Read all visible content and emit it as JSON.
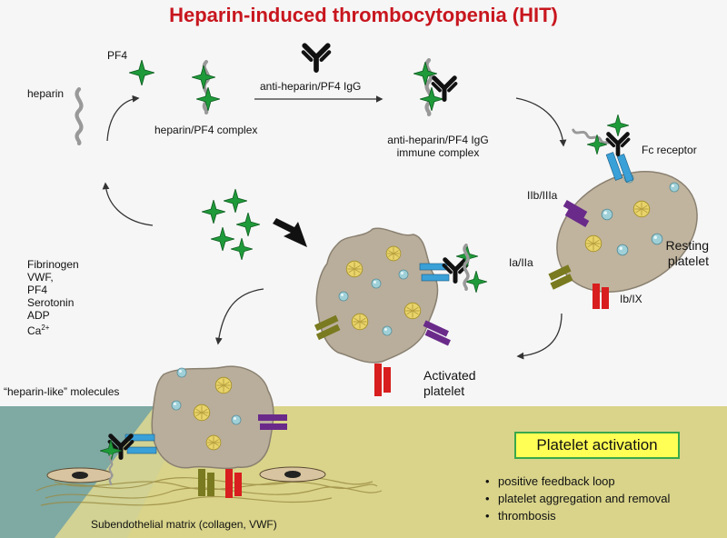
{
  "title": "Heparin-induced thrombocytopenia (HIT)",
  "labels": {
    "pf4": "PF4",
    "heparin": "heparin",
    "heparin_pf4_complex": "heparin/PF4 complex",
    "anti_igg": "anti-heparin/PF4 IgG",
    "immune_complex_line1": "anti-heparin/PF4 IgG",
    "immune_complex_line2": "immune complex",
    "fc_receptor": "Fc receptor",
    "iib_iiia": "IIb/IIIa",
    "ia_iia": "Ia/IIa",
    "ib_ix": "Ib/IX",
    "resting_line1": "Resting",
    "resting_line2": "platelet",
    "activated_line1": "Activated",
    "activated_line2": "platelet",
    "heparin_like": "“heparin-like” molecules",
    "matrix": "Subendothelial matrix (collagen, VWF)"
  },
  "released": {
    "items": [
      "Fibrinogen",
      "VWF,",
      "PF4",
      "Serotonin",
      "ADP"
    ],
    "calcium_base": "Ca",
    "calcium_sup": "2+"
  },
  "activation_box": "Platelet activation",
  "bullets": [
    "positive feedback loop",
    "platelet aggregation and removal",
    "thrombosis"
  ],
  "colors": {
    "title": "#c8161e",
    "pf4_star": "#1f9a3a",
    "igg": "#111111",
    "fc_receptor": "#3aa0d8",
    "iib_iiia": "#6a2a8a",
    "ia_iia": "#7a7a20",
    "ib_ix": "#d81e1e",
    "platelet": "#b9ae9c",
    "matrix_yellow": "#d9d48a",
    "endothelium_teal": "#7fa9a3",
    "box_fill": "#ffff55",
    "box_border": "#3aa84a"
  },
  "icons": [
    "pf4-star-icon",
    "igg-antibody-icon",
    "heparin-strand-icon",
    "granule-icon",
    "receptor-icon",
    "endothelial-cell-icon"
  ]
}
